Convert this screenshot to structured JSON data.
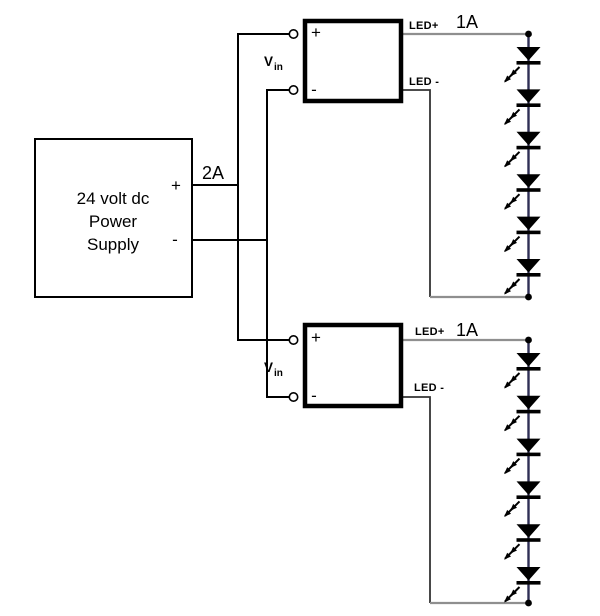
{
  "power_supply": {
    "label_lines": [
      "24 volt dc",
      "Power",
      "Supply"
    ],
    "plus_label": "+",
    "minus_label": "-",
    "output_current": "2A"
  },
  "drivers": [
    {
      "vin_label": "V",
      "vin_sub": "in",
      "plus_label": "+",
      "minus_label": "-",
      "led_plus_label": "LED+",
      "led_minus_label": "LED -",
      "output_current": "1A",
      "led_count": 6
    },
    {
      "vin_label": "V",
      "vin_sub": "in",
      "plus_label": "+",
      "minus_label": "-",
      "led_plus_label": "LED+",
      "led_minus_label": "LED -",
      "output_current": "1A",
      "led_count": 6
    }
  ],
  "colors": {
    "wire_gray": "#8f8f8f",
    "wire_dark": "#333333",
    "led_line": "#2f2f55",
    "black": "#000000"
  }
}
